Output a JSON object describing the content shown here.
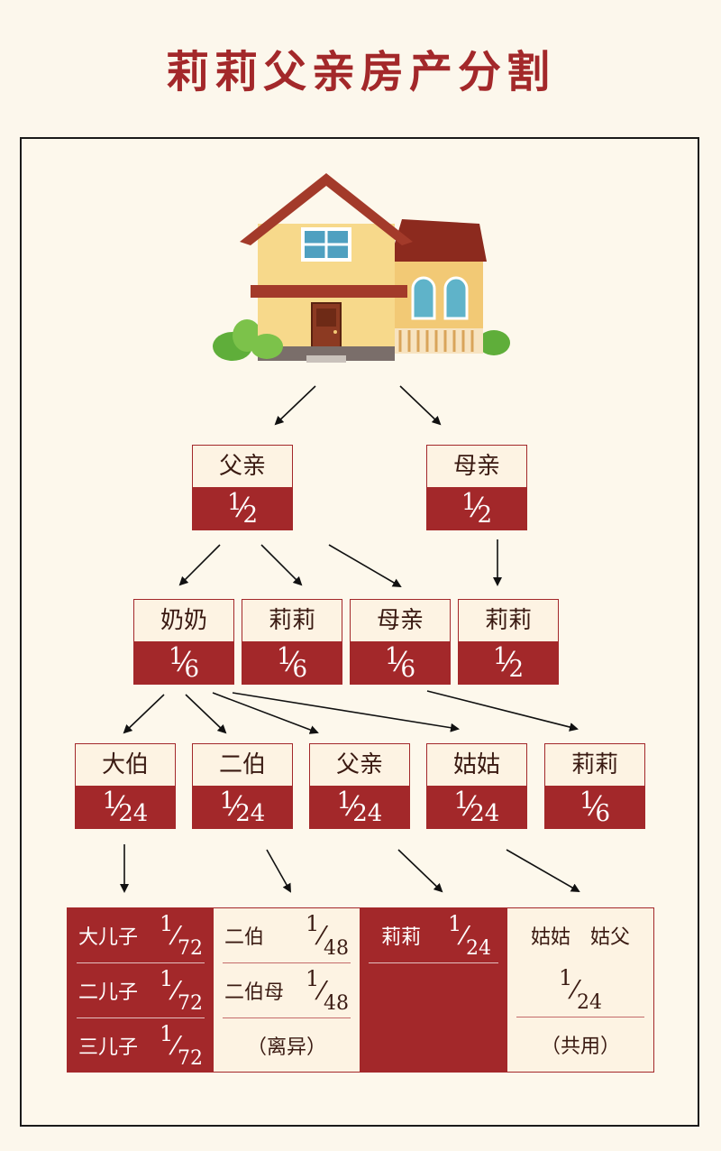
{
  "title": "莉莉父亲房产分割",
  "level1": [
    {
      "name": "父亲",
      "num": "1",
      "den": "2"
    },
    {
      "name": "母亲",
      "num": "1",
      "den": "2"
    }
  ],
  "level2": [
    {
      "name": "奶奶",
      "num": "1",
      "den": "6"
    },
    {
      "name": "莉莉",
      "num": "1",
      "den": "6"
    },
    {
      "name": "母亲",
      "num": "1",
      "den": "6"
    },
    {
      "name": "莉莉",
      "num": "1",
      "den": "2"
    }
  ],
  "level3": [
    {
      "name": "大伯",
      "num": "1",
      "den": "24"
    },
    {
      "name": "二伯",
      "num": "1",
      "den": "24"
    },
    {
      "name": "父亲",
      "num": "1",
      "den": "24"
    },
    {
      "name": "姑姑",
      "num": "1",
      "den": "24"
    },
    {
      "name": "莉莉",
      "num": "1",
      "den": "6"
    }
  ],
  "bottom": {
    "col1": [
      {
        "name": "大儿子",
        "num": "1",
        "den": "72"
      },
      {
        "name": "二儿子",
        "num": "1",
        "den": "72"
      },
      {
        "name": "三儿子",
        "num": "1",
        "den": "72"
      }
    ],
    "col2": [
      {
        "name": "二伯",
        "num": "1",
        "den": "48"
      },
      {
        "name": "二伯母",
        "num": "1",
        "den": "48"
      }
    ],
    "col2_note": "（离异）",
    "col3": {
      "name": "莉莉",
      "num": "1",
      "den": "24"
    },
    "col4": {
      "names": "姑姑　姑父",
      "num": "1",
      "den": "24",
      "note": "（共用）"
    }
  },
  "colors": {
    "accent": "#a3282a",
    "cream": "#fdf3e3",
    "background": "#fcf7ec"
  }
}
